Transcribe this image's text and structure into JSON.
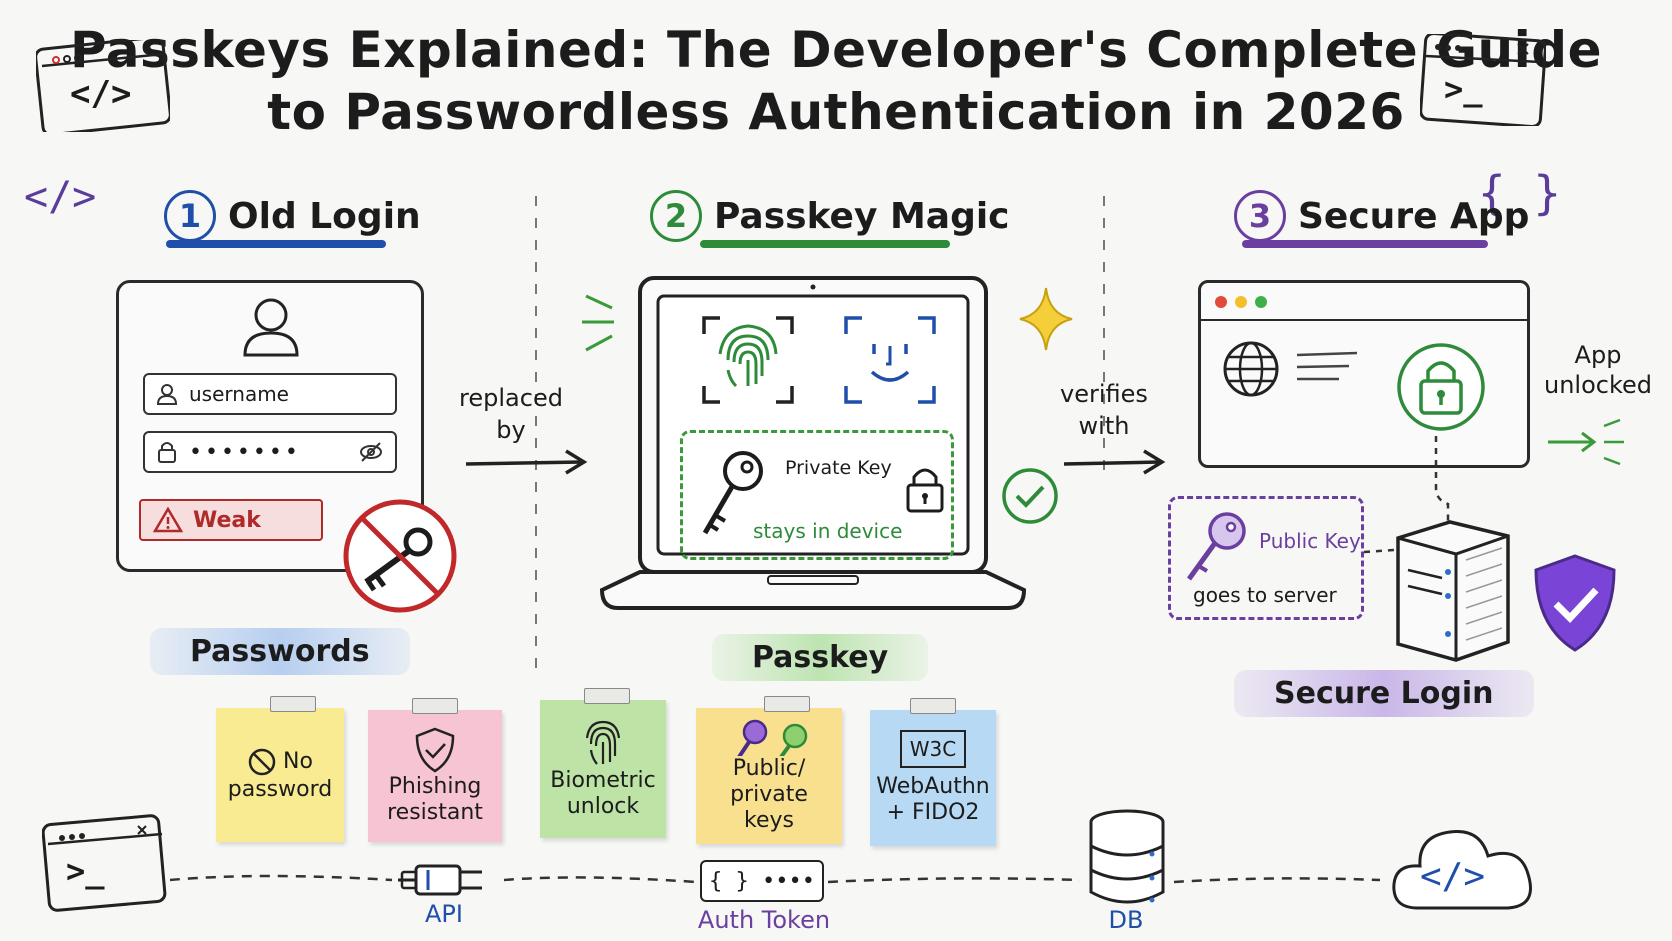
{
  "title_line1": "Passkeys Explained: The Developer's Complete Guide",
  "title_line2": "to Passwordless Authentication in 2026",
  "corner_icons": {
    "top_left": "</>",
    "top_right": ">_",
    "left_code": "</>",
    "right_braces": "{ }",
    "bottom_left": ">_",
    "cloud": "</>"
  },
  "steps": [
    {
      "number": "1",
      "label": "Old Login",
      "color": "#1f4fa8"
    },
    {
      "number": "2",
      "label": "Passkey Magic",
      "color": "#2e8b3a"
    },
    {
      "number": "3",
      "label": "Secure App",
      "color": "#6b3fa0"
    }
  ],
  "old_login": {
    "username_text": "username",
    "password_dots": "•••••••",
    "weak_label": "Weak",
    "marker": "Passwords"
  },
  "flow": {
    "replaced_line1": "replaced",
    "replaced_line2": "by",
    "verifies_line1": "verifies",
    "verifies_line2": "with"
  },
  "passkey": {
    "private_key_label": "Private Key",
    "stays_label": "stays in device",
    "marker": "Passkey"
  },
  "secure_app": {
    "app_unlocked_line1": "App",
    "app_unlocked_line2": "unlocked",
    "public_key_label": "Public Key",
    "goes_label": "goes to server",
    "marker": "Secure Login"
  },
  "notes": [
    {
      "line1": "No",
      "line2": "password",
      "color": "#f8eb92"
    },
    {
      "line1": "Phishing",
      "line2": "resistant",
      "color": "#f7c4d4"
    },
    {
      "line1": "Biometric",
      "line2": "unlock",
      "color": "#bde3a6"
    },
    {
      "line1": "Public/",
      "line2": "private keys",
      "color": "#f8e08e"
    },
    {
      "line1": "WebAuthn",
      "line2": "+ FIDO2",
      "badge": "W3C",
      "color": "#b7d9f3"
    }
  ],
  "bottom": {
    "api_label": "API",
    "auth_token_label": "Auth Token",
    "token_text": "{ } ••••",
    "db_label": "DB"
  }
}
